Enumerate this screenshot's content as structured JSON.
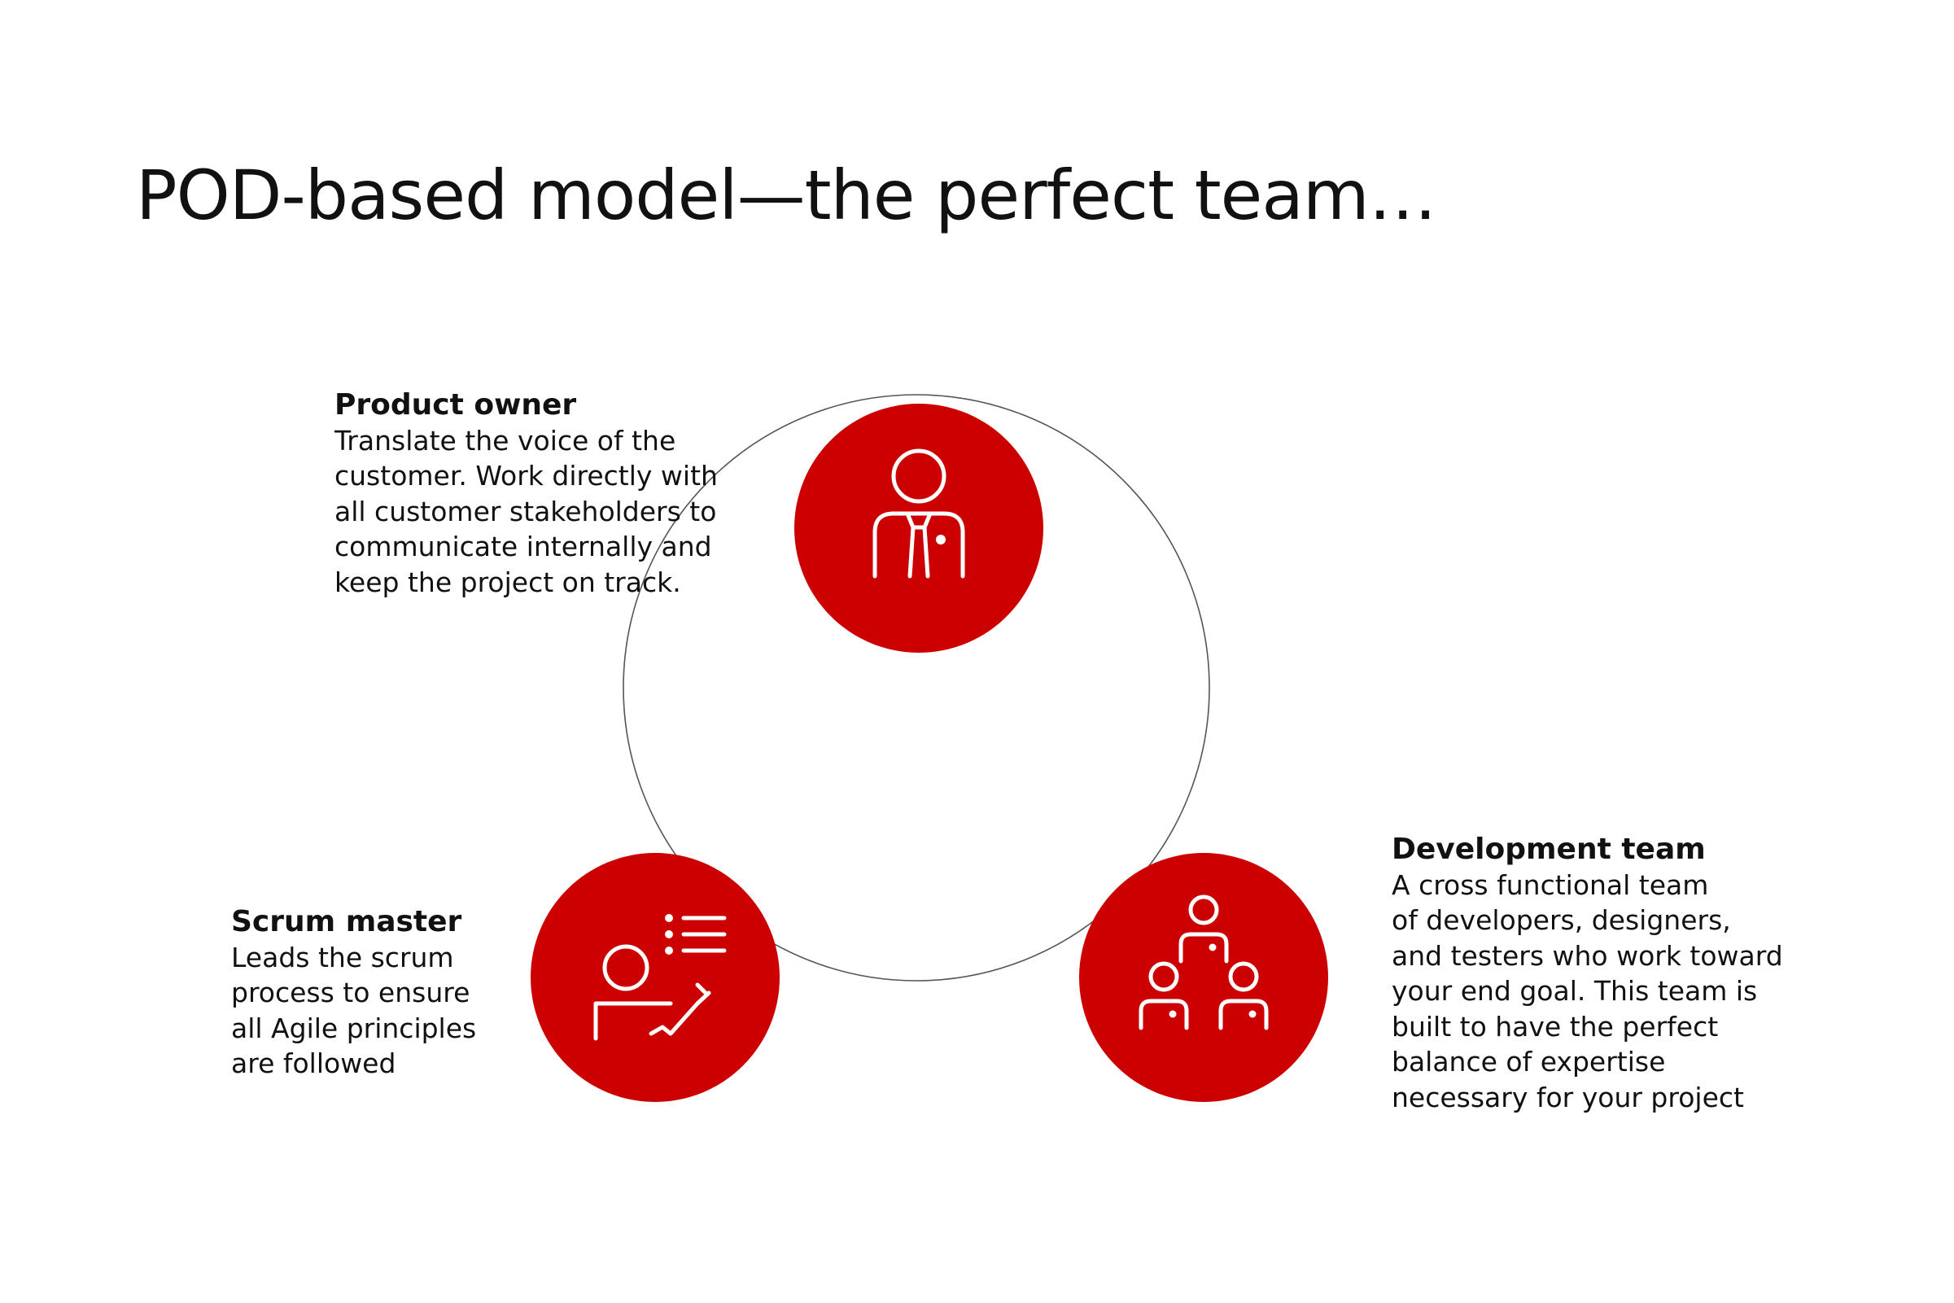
{
  "title": "POD-based model—the perfect team…",
  "colors": {
    "accent": "#cc0000",
    "ring": "#555555",
    "text": "#111111",
    "background": "#ffffff"
  },
  "roles": {
    "product_owner": {
      "title": "Product owner",
      "description": "Translate the voice of the\ncustomer. Work directly with\nall customer stakeholders to\ncommunicate internally and\nkeep the project on track.",
      "icon": "person-tie-icon"
    },
    "scrum_master": {
      "title": "Scrum master",
      "description": "Leads the scrum\nprocess to ensure\nall Agile principles\nare followed",
      "icon": "presenter-icon"
    },
    "development_team": {
      "title": "Development team",
      "description": "A cross functional team\nof developers, designers,\nand testers who work toward\nyour end goal. This team is\nbuilt to have the perfect\nbalance of expertise\nnecessary for your project",
      "icon": "team-icon"
    }
  }
}
